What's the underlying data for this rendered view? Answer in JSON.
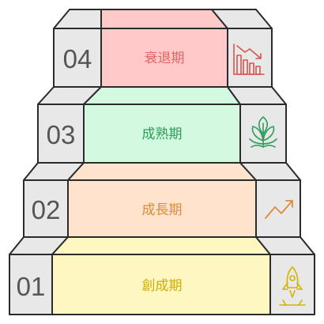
{
  "stages": [
    {
      "number": "04",
      "label": "衰退期",
      "fill": "#ffc9c9",
      "text_color": "#e06666",
      "icon": "declining-bar-chart-icon",
      "icon_color": "#d9534f"
    },
    {
      "number": "03",
      "label": "成熟期",
      "fill": "#d3f9e0",
      "text_color": "#2e9d5b",
      "icon": "plant-sprout-icon",
      "icon_color": "#2f9e5a"
    },
    {
      "number": "02",
      "label": "成長期",
      "fill": "#ffe3cc",
      "text_color": "#e08a3a",
      "icon": "growth-arrow-icon",
      "icon_color": "#e08a3a"
    },
    {
      "number": "01",
      "label": "創成期",
      "fill": "#fff7c2",
      "text_color": "#cfae00",
      "icon": "rocket-launch-icon",
      "icon_color": "#d4b200"
    }
  ],
  "colors": {
    "block_gray": "#e8e8e8",
    "stroke": "#2b2b2b"
  }
}
